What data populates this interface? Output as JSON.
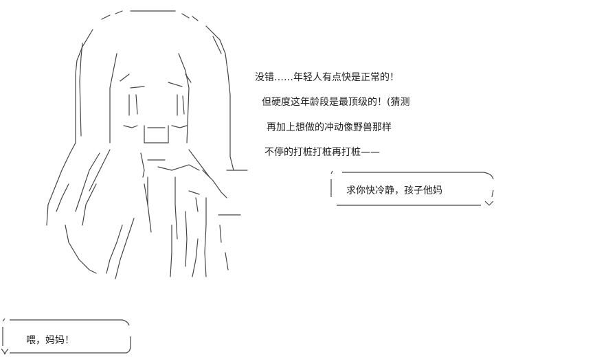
{
  "monologue": {
    "lines": [
      "没错……年轻人有点快是正常的！",
      "但硬度这年龄段是最顶级的！(猜测",
      "再加上想做的冲动像野兽那样",
      "不停的打桩打桩再打桩——"
    ]
  },
  "bubble_right": {
    "text": "求你快冷静，孩子他妈"
  },
  "bubble_left": {
    "text": "喂，妈妈！"
  },
  "colors": {
    "ink": "#222222",
    "figure_line": "#444444",
    "background": "#ffffff"
  }
}
